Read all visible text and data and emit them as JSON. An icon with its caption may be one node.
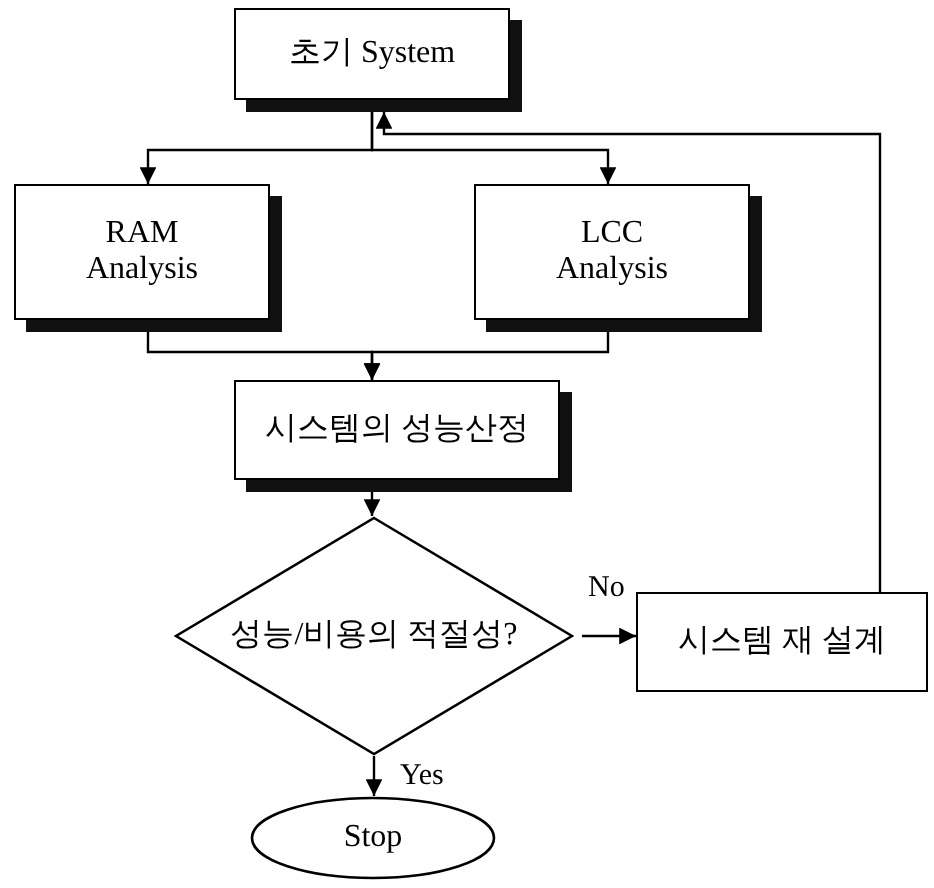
{
  "diagram": {
    "nodes": [
      {
        "text": [
          "초기 System"
        ]
      },
      {
        "text": [
          "RAM Analysis"
        ]
      },
      {
        "text": [
          "LCC Analysis"
        ]
      },
      {
        "text": [
          "시스템의 성능산정"
        ]
      },
      {
        "text": [
          "성능/비용의 적절성?"
        ]
      },
      {
        "text": [
          "시스템 재 설계"
        ]
      },
      {
        "text": [
          "Stop"
        ]
      }
    ],
    "edges": [
      {
        "from": 0,
        "to": 1,
        "arrow": "to"
      },
      {
        "from": 0,
        "to": 2,
        "arrow": "to"
      },
      {
        "from": 1,
        "to": 3,
        "arrow": "to"
      },
      {
        "from": 2,
        "to": 3,
        "arrow": "to"
      },
      {
        "from": 3,
        "to": 4,
        "arrow": "to"
      },
      {
        "from": 4,
        "to": 5,
        "arrow": "to",
        "label": "No"
      },
      {
        "from": 4,
        "to": 6,
        "arrow": "to",
        "label": "Yes"
      },
      {
        "from": 5,
        "to": 0,
        "arrow": "to"
      }
    ]
  }
}
